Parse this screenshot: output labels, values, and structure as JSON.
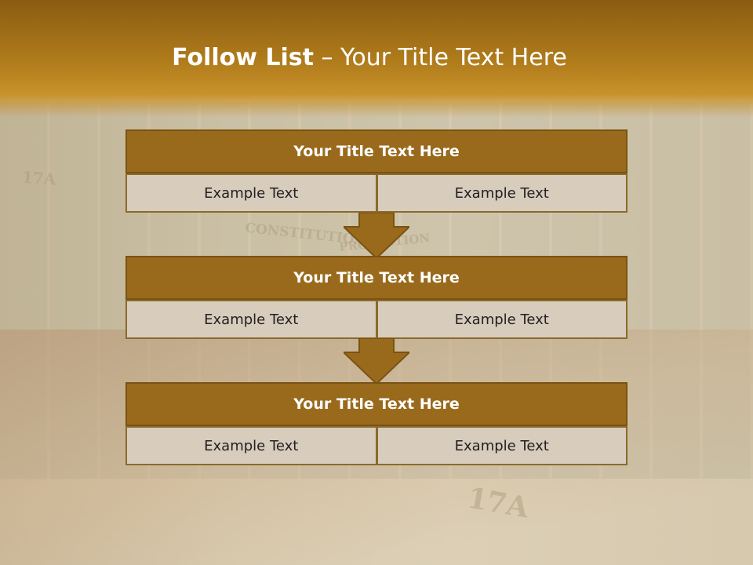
{
  "slide": {
    "title_bold": "Follow List",
    "title_rest": " – Your Title Text Here",
    "background": {
      "spine_text_1": "17A",
      "spine_text_2": "17A",
      "spine_text_3": "CONSTITUTIONAL",
      "spine_text_4": "PROTECTION"
    }
  },
  "blocks": [
    {
      "heading": "Your Title Text Here",
      "left": "Example Text",
      "right": "Example Text"
    },
    {
      "heading": "Your Title Text Here",
      "left": "Example Text",
      "right": "Example Text"
    },
    {
      "heading": "Your Title Text Here",
      "left": "Example Text",
      "right": "Example Text"
    }
  ],
  "colors": {
    "header_band": "#b27d1c",
    "block_heading": "#9a6a1c",
    "block_cell": "#d8ccbd",
    "arrow": "#9a6a1c"
  },
  "icons": [
    "down-arrow-icon",
    "down-arrow-icon"
  ]
}
